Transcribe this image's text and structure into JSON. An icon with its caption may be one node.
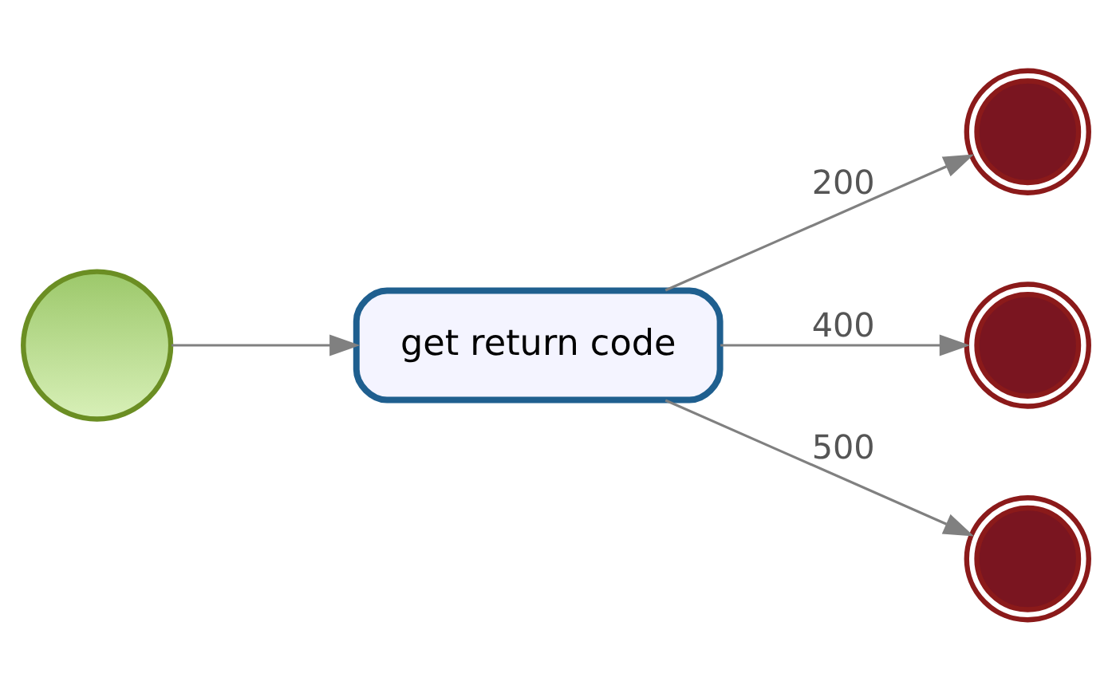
{
  "diagram": {
    "nodes": [
      {
        "text": [],
        "shape": "circle"
      },
      {
        "text": [
          "get return code"
        ]
      },
      {
        "text": [],
        "shape": "circle"
      },
      {
        "text": [],
        "shape": "circle"
      },
      {
        "text": [],
        "shape": "circle"
      }
    ],
    "edges": [
      {
        "from": 0,
        "to": 1,
        "arrow": "to"
      },
      {
        "from": 1,
        "to": 2,
        "arrow": "to",
        "label": "200"
      },
      {
        "from": 1,
        "to": 3,
        "arrow": "to",
        "label": "400"
      },
      {
        "from": 1,
        "to": 4,
        "arrow": "to",
        "label": "500"
      }
    ]
  }
}
